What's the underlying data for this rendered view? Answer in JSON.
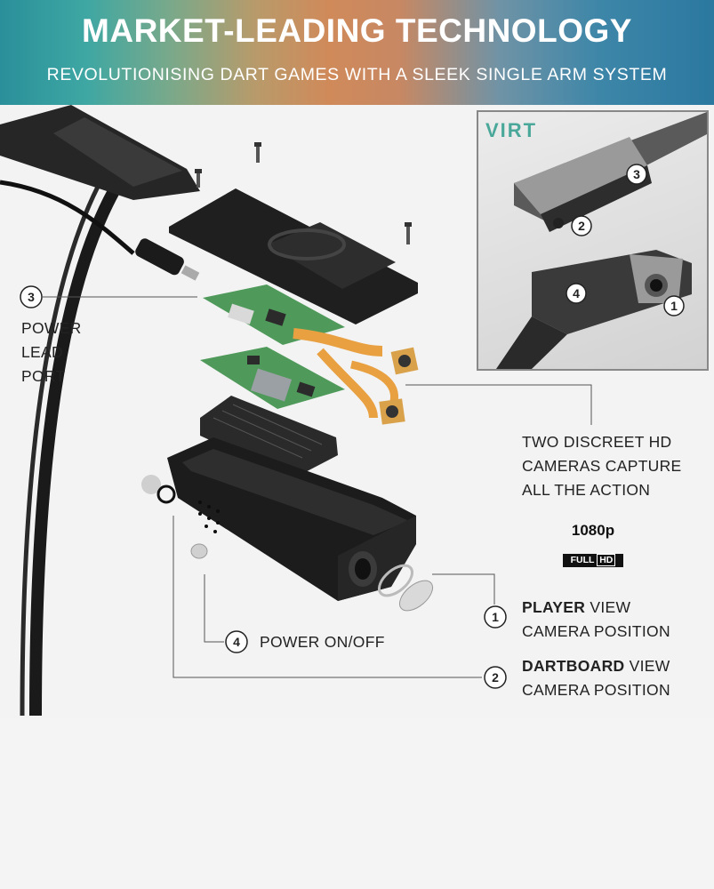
{
  "banner": {
    "title": "MARKET-LEADING TECHNOLOGY",
    "subtitle": "REVOLUTIONISING DART GAMES WITH A SLEEK SINGLE ARM SYSTEM"
  },
  "inset": {
    "logo_text": "VIRT",
    "markers": [
      "3",
      "2",
      "4",
      "1"
    ]
  },
  "callouts": {
    "power_lead": {
      "number": "3",
      "line1": "POWER",
      "line2": "LEAD",
      "line3": "PORT"
    },
    "cameras": {
      "line1": "TWO DISCREET HD",
      "line2": "CAMERAS CAPTURE",
      "line3": "ALL THE ACTION"
    },
    "player": {
      "number": "1",
      "bold": "PLAYER",
      "rest": " VIEW",
      "line2": "CAMERA POSITION"
    },
    "power_button": {
      "number": "4",
      "label": "POWER ON/OFF"
    },
    "dartboard": {
      "number": "2",
      "bold": "DARTBOARD",
      "rest": " VIEW",
      "line2": "CAMERA POSITION"
    }
  },
  "hd_badge": {
    "resolution": "1080p",
    "full": "FULL",
    "hd": "HD"
  },
  "colors": {
    "board_green": "#4f9a5a",
    "flex_orange": "#e8a040",
    "housing": "#1c1c1c"
  }
}
